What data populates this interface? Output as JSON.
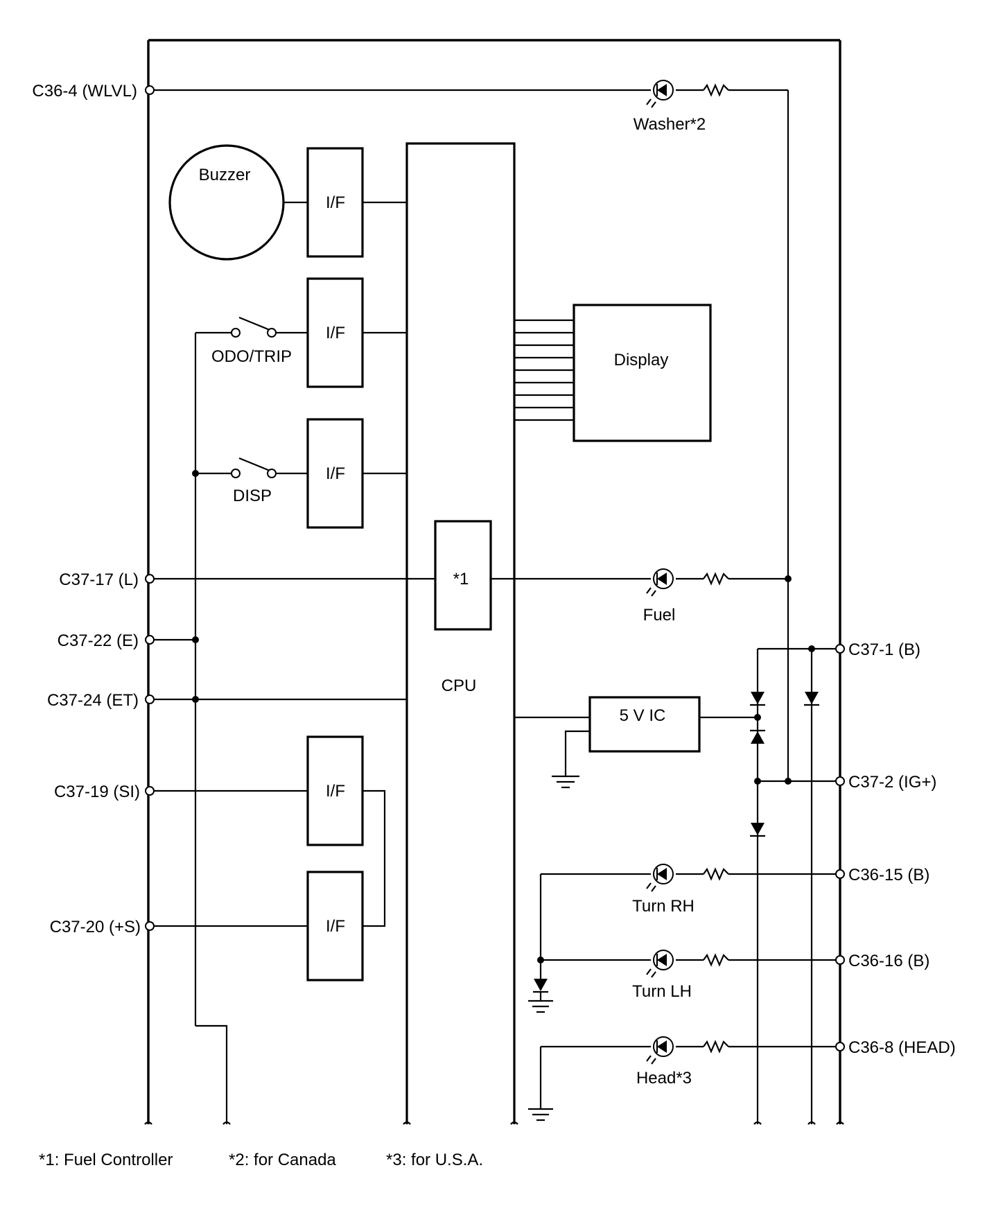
{
  "connectors": {
    "c36_4": "C36-4 (WLVL)",
    "c37_17": "C37-17 (L)",
    "c37_22": "C37-22 (E)",
    "c37_24": "C37-24 (ET)",
    "c37_19": "C37-19 (SI)",
    "c37_20": "C37-20 (+S)",
    "c37_1": "C37-1 (B)",
    "c37_2": "C37-2 (IG+)",
    "c36_15": "C36-15 (B)",
    "c36_16": "C36-16 (B)",
    "c36_8": "C36-8 (HEAD)"
  },
  "blocks": {
    "buzzer": "Buzzer",
    "interface": "I/F",
    "display": "Display",
    "cpu": "CPU",
    "fuel_controller": "*1",
    "ic_5v": "5 V IC"
  },
  "switches": {
    "odo_trip": "ODO/TRIP",
    "disp": "DISP"
  },
  "indicators": {
    "washer": "Washer*2",
    "fuel": "Fuel",
    "turn_rh": "Turn RH",
    "turn_lh": "Turn LH",
    "head": "Head*3"
  },
  "footnotes": {
    "n1": "*1: Fuel Controller",
    "n2": "*2: for Canada",
    "n3": "*3: for U.S.A."
  },
  "colors": {
    "line": "#000000",
    "background": "#ffffff"
  }
}
